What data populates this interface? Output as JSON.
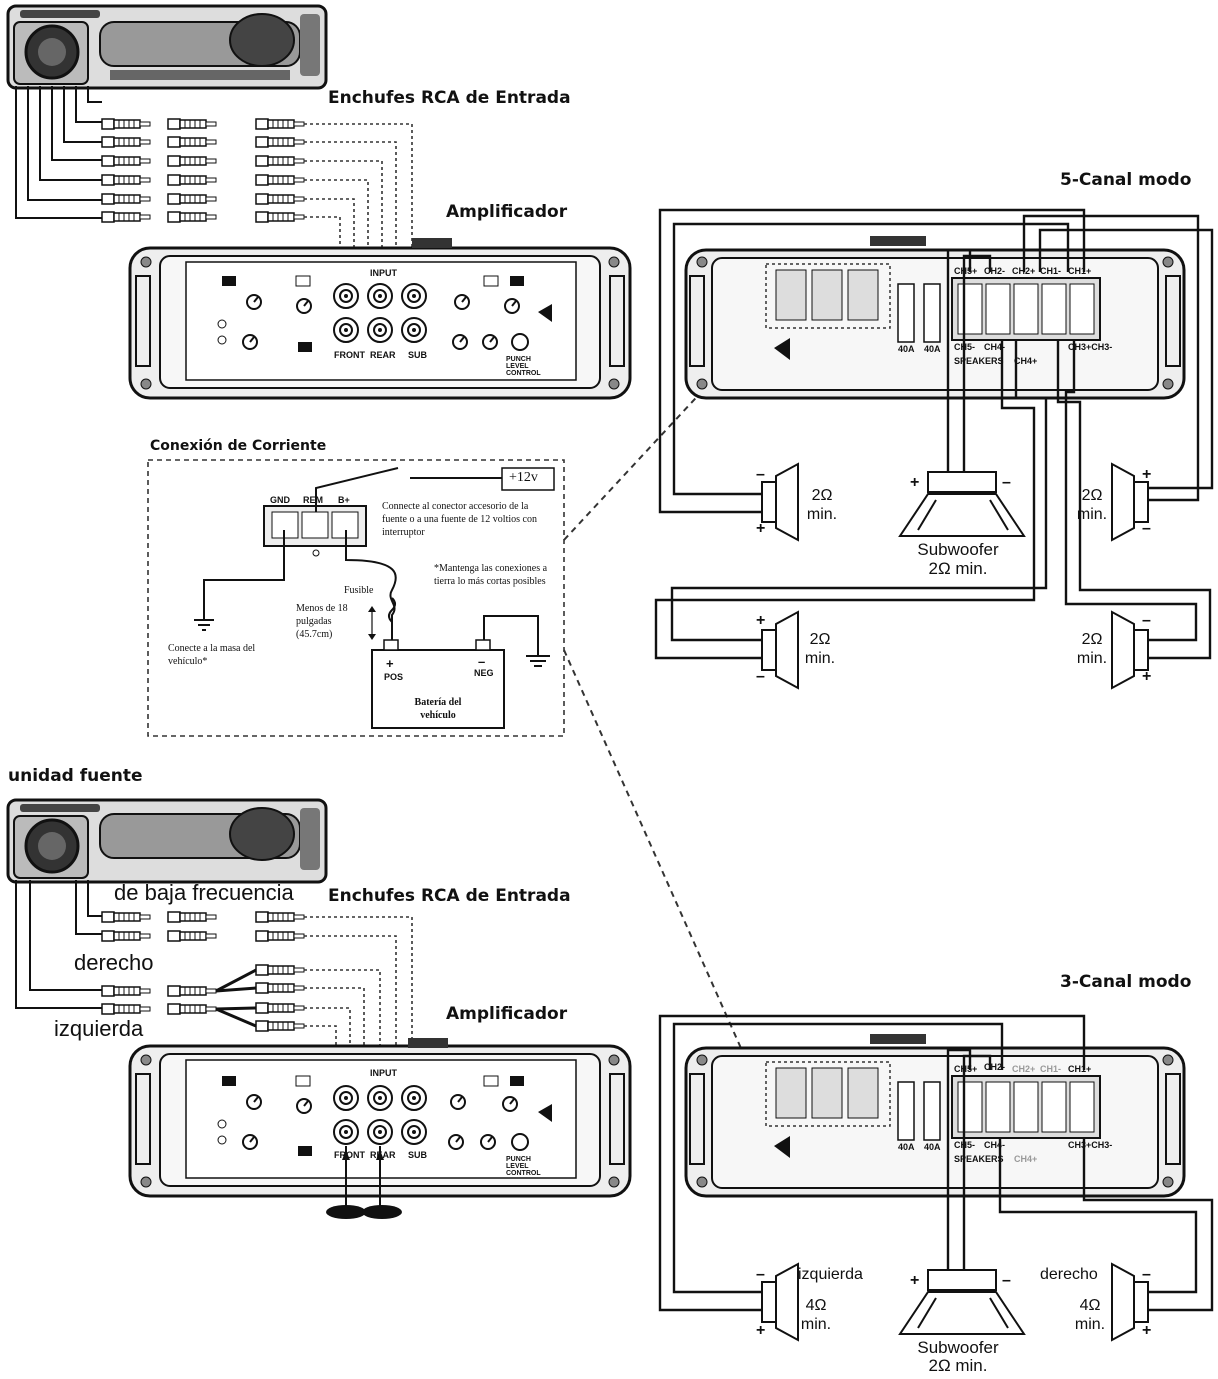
{
  "labels": {
    "rca_input_top": "Enchufes RCA de Entrada",
    "amplifier_top": "Amplificador",
    "five_channel_mode": "5-Canal modo",
    "power_connection": "Conexión de Corriente",
    "plus12v": "+12v",
    "connect_accessory": "Connecte al conector accesorio de la fuente o a una fuente de 12 voltios con interruptor",
    "keep_ground_short": "*Mantenga las conexiones a tierra lo más cortas posibles",
    "fuse": "Fusible",
    "less_than": "Menos de 18 pulgadas (45.7cm)",
    "connect_ground": "Conecte a la masa del vehículo*",
    "battery": "Batería del vehículo",
    "pos": "POS",
    "neg": "NEG",
    "gnd": "GND",
    "rem": "REM",
    "bplus": "B+",
    "source_unit": "unidad fuente",
    "rca_input_bottom": "Enchufes RCA de Entrada",
    "low_freq": "de baja frecuencia",
    "right": "derecho",
    "left": "izquierda",
    "amplifier_bottom": "Amplificador",
    "three_channel_mode": "3-Canal modo",
    "spk_2ohm": "2Ω min.",
    "spk_4ohm": "4Ω min.",
    "subwoofer": "Subwoofer",
    "sub_2ohm": "2Ω min.",
    "left_spk": "izquierda",
    "right_spk": "derecho"
  },
  "amp_panel": {
    "front": "FRONT",
    "rear": "REAR",
    "sub": "SUB",
    "input": "INPUT",
    "punch": "PUNCH LEVEL CONTROL",
    "speakers": "SPEAKERS",
    "fuse_a": "40A",
    "fuse_b": "40A",
    "ch_top": [
      "CH5+",
      "CH2-",
      "CH2+",
      "CH1-",
      "CH1+"
    ],
    "ch_bottom": [
      "CH5-",
      "CH4-",
      "CH4+",
      "CH3+CH3-"
    ]
  },
  "colors": {
    "line": "#111111",
    "panel": "#e9e9e9",
    "dashed": "#333333"
  }
}
